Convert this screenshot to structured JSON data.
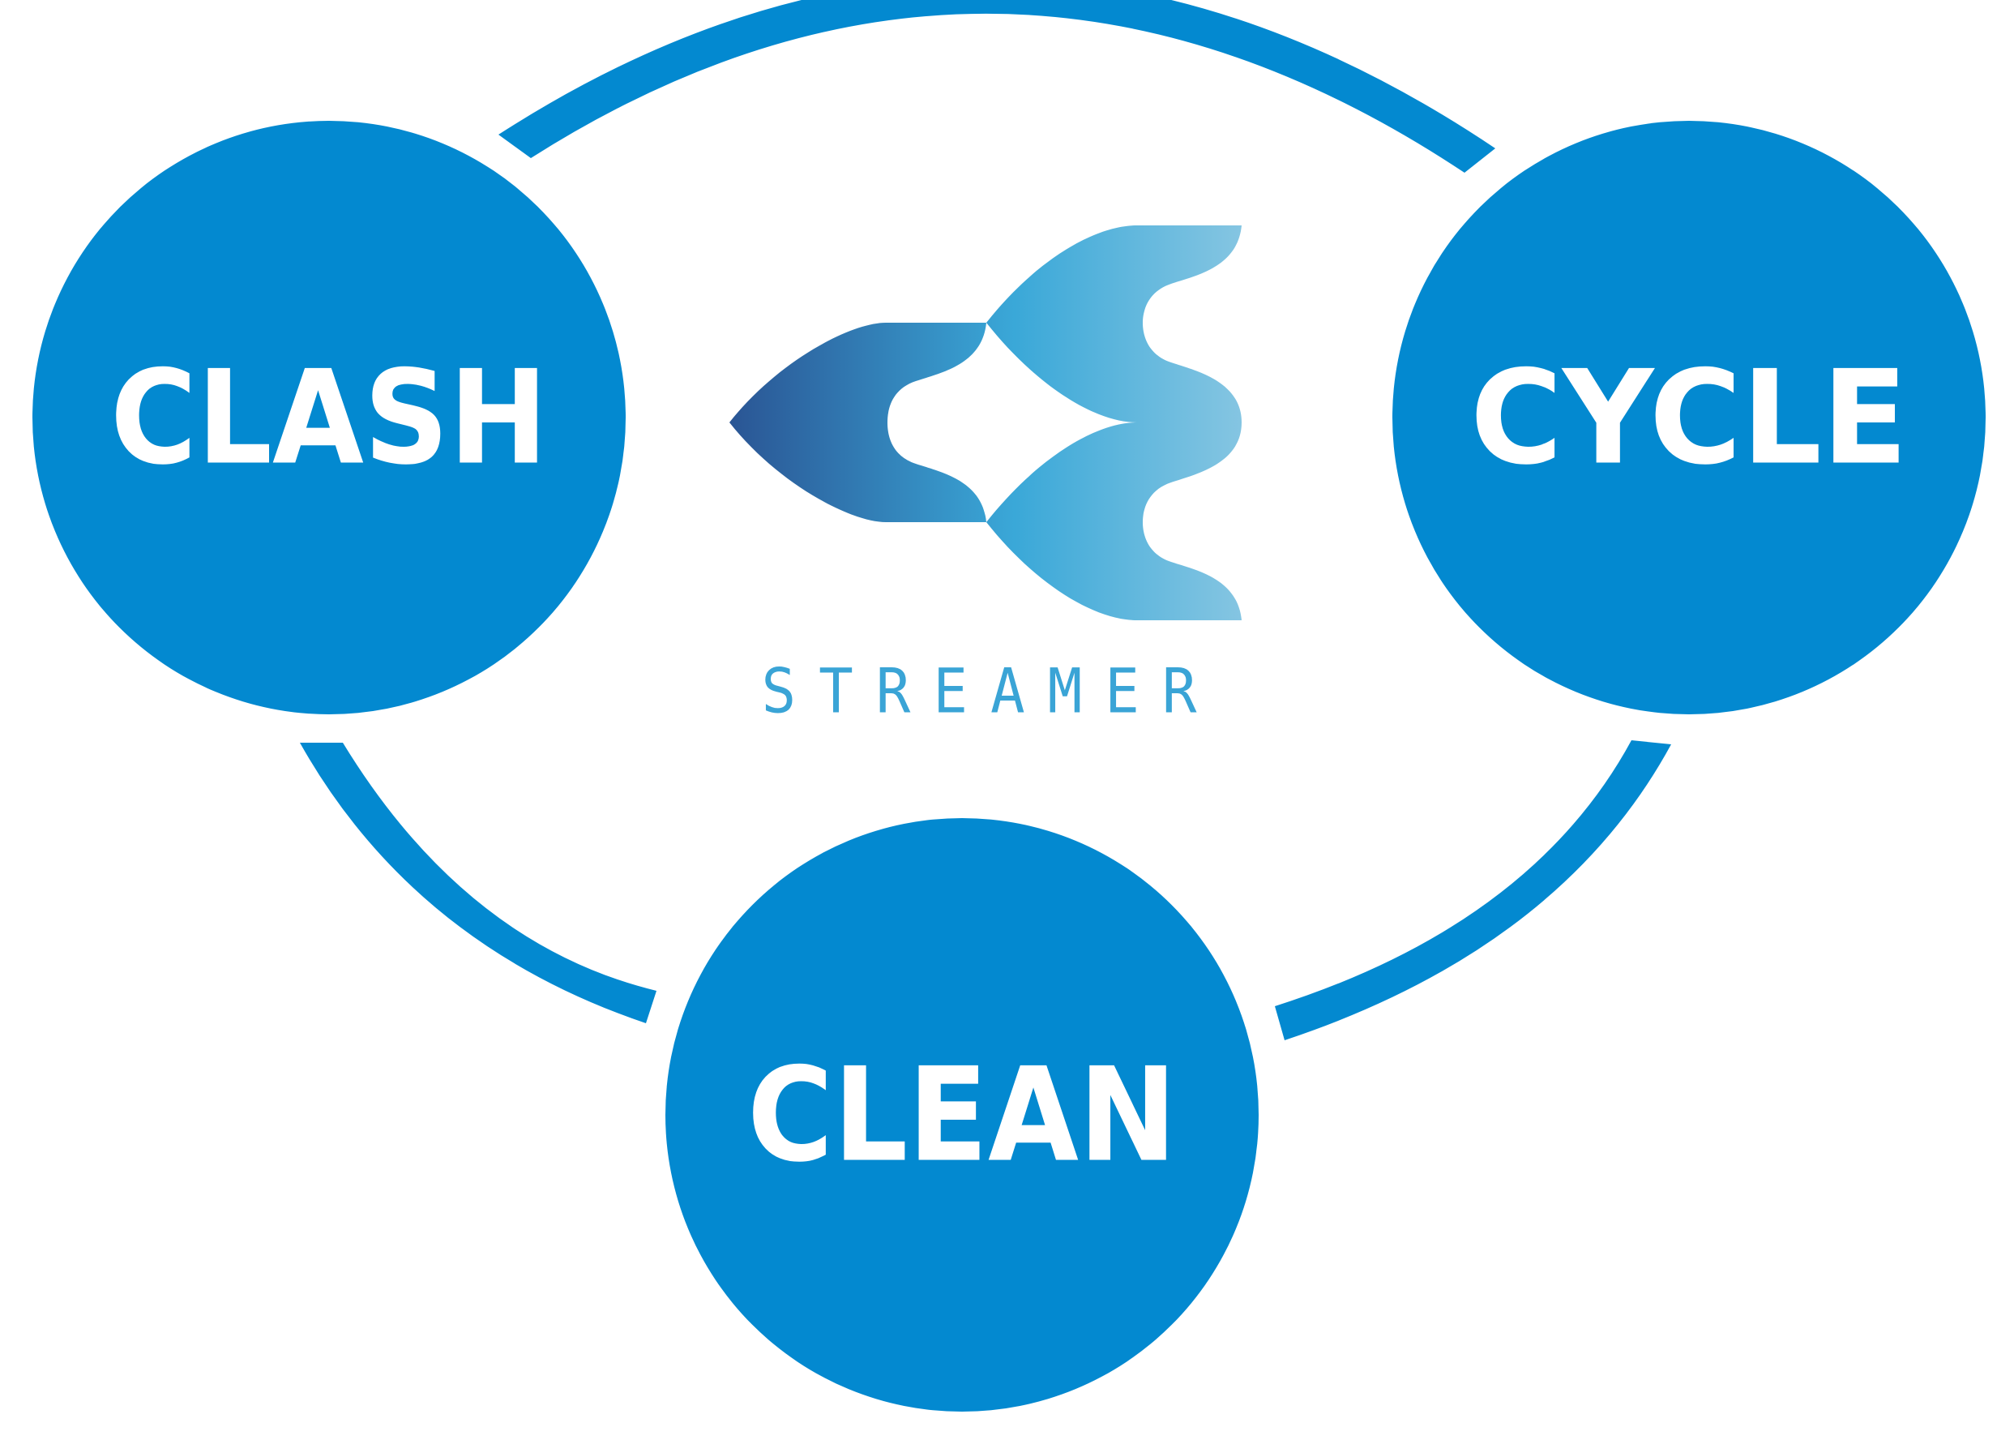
{
  "colors": {
    "primary": "#0389d0",
    "arc": "#0389d0",
    "label": "#ffffff",
    "logo_gradient_start": "#2a5594",
    "logo_gradient_mid": "#3aa8d8",
    "logo_gradient_end": "#87c6e2",
    "brand_text": "#3aa4d6"
  },
  "nodes": {
    "clash": {
      "label": "CLASH"
    },
    "cycle": {
      "label": "CYCLE"
    },
    "clean": {
      "label": "CLEAN"
    }
  },
  "logo": {
    "icon": "streamer-logo-icon",
    "brand_name": "STREAMER"
  }
}
